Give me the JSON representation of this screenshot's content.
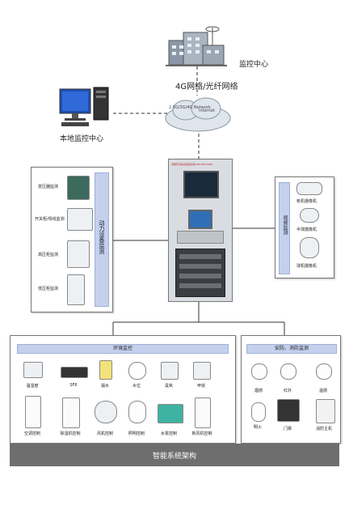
{
  "top": {
    "monitoring_center": "监控中心",
    "network": "4G网络/光纤网络",
    "cloud_network": "2.5G/3G/4G Network",
    "cloud_internet": "Internet",
    "local_center": "本地监控中心"
  },
  "cabinet": {
    "header": "智能环境综合监控系统 DM-IPCT/SSM"
  },
  "power_panel": {
    "title": "动力设备监测",
    "items": [
      "变压器监测",
      "开关柜/母线监测",
      "高压柜监测",
      "低压柜监测"
    ]
  },
  "video_panel": {
    "title": "视频监测",
    "items": [
      "枪机摄像机",
      "半球摄像机",
      "球机摄像机"
    ]
  },
  "env_panel": {
    "title": "环境监控",
    "row1": [
      "温湿度",
      "SF6",
      "漏水",
      "水位",
      "臭氧",
      "甲烷"
    ],
    "row2": [
      "空调控制",
      "除湿机控制",
      "风机控制",
      "照明控制",
      "水泵控制",
      "新风机控制"
    ]
  },
  "security_panel": {
    "title": "安防、消防监测",
    "row1": [
      "烟感",
      "红外",
      "温感"
    ],
    "row2": [
      "明火",
      "门禁",
      "消防主机"
    ]
  },
  "footer": {
    "label": "智能系统架构"
  }
}
